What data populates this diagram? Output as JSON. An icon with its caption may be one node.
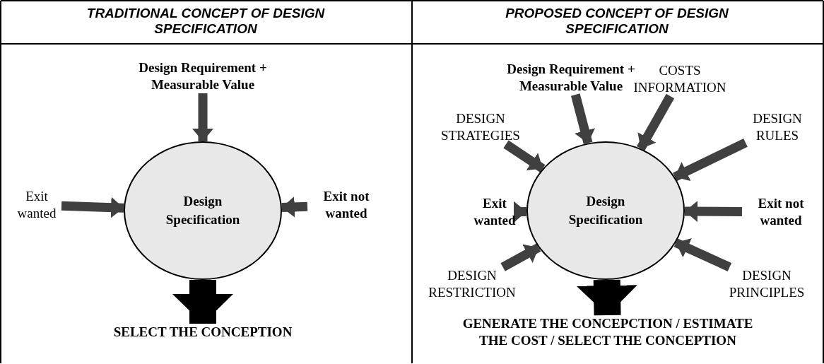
{
  "diagram": {
    "nodes": [
      {
        "text": [
          "Design Specification"
        ]
      },
      {
        "text": [
          "Design Requirement + Measurable Value"
        ]
      },
      {
        "text": [
          "Exit wanted"
        ]
      },
      {
        "text": [
          "Exit not wanted"
        ]
      },
      {
        "text": [
          "SELECT THE CONCEPTION"
        ]
      },
      {
        "text": [
          "Design Specification"
        ]
      },
      {
        "text": [
          "Design Requirement + Measurable Value"
        ]
      },
      {
        "text": [
          "COSTS INFORMATION"
        ]
      },
      {
        "text": [
          "DESIGN STRATEGIES"
        ]
      },
      {
        "text": [
          "DESIGN RULES"
        ]
      },
      {
        "text": [
          "Exit wanted"
        ]
      },
      {
        "text": [
          "Exit not wanted"
        ]
      },
      {
        "text": [
          "DESIGN RESTRICTION"
        ]
      },
      {
        "text": [
          "DESIGN PRINCIPLES"
        ]
      },
      {
        "text": [
          "GENERATE THE CONCEPCTION / ESTIMATE THE COST / SELECT THE CONCEPTION"
        ]
      }
    ],
    "edges": [
      {
        "from": 1,
        "to": 0,
        "arrow": "to"
      },
      {
        "from": 2,
        "to": 0,
        "arrow": "to"
      },
      {
        "from": 3,
        "to": 0,
        "arrow": "to"
      },
      {
        "from": 0,
        "to": 4,
        "arrow": "to",
        "style": "thick",
        "color": "#000000"
      },
      {
        "from": 6,
        "to": 5,
        "arrow": "to"
      },
      {
        "from": 7,
        "to": 5,
        "arrow": "to"
      },
      {
        "from": 8,
        "to": 5,
        "arrow": "to"
      },
      {
        "from": 9,
        "to": 5,
        "arrow": "to"
      },
      {
        "from": 10,
        "to": 5,
        "arrow": "to"
      },
      {
        "from": 11,
        "to": 5,
        "arrow": "to"
      },
      {
        "from": 12,
        "to": 5,
        "arrow": "to"
      },
      {
        "from": 13,
        "to": 5,
        "arrow": "to"
      },
      {
        "from": 5,
        "to": 14,
        "arrow": "to",
        "style": "thick",
        "color": "#000000"
      }
    ],
    "labels": [
      "TRADITIONAL CONCEPT OF DESIGN SPECIFICATION",
      "PROPOSED CONCEPT OF DESIGN SPECIFICATION"
    ]
  }
}
